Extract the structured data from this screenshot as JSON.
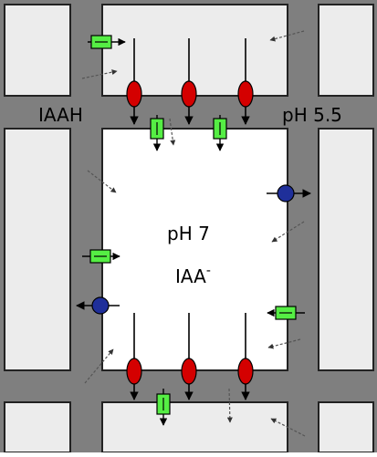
{
  "labels": {
    "apoplast_acid": "IAAH",
    "apoplast_ph": "pH 5.5",
    "cell_ph": "pH 7",
    "cell_anion_base": "IAA",
    "cell_anion_charge": "-"
  },
  "colors": {
    "wall": "#7f7f7f",
    "outline": "#222222",
    "cytoplasm": "#ffffff",
    "neighbor_cytoplasm": "#ececec",
    "efflux_carrier": "#d40000",
    "influx_carrier": "#55ee44",
    "lateral_efflux": "#1f2f9a",
    "diffusion_arrow": "#666666"
  },
  "icons": {
    "efflux_carrier": "red-oval-carrier",
    "influx_carrier": "green-box-carrier",
    "lateral_carrier": "blue-circle-carrier",
    "diffusion": "dashed-arrow"
  }
}
